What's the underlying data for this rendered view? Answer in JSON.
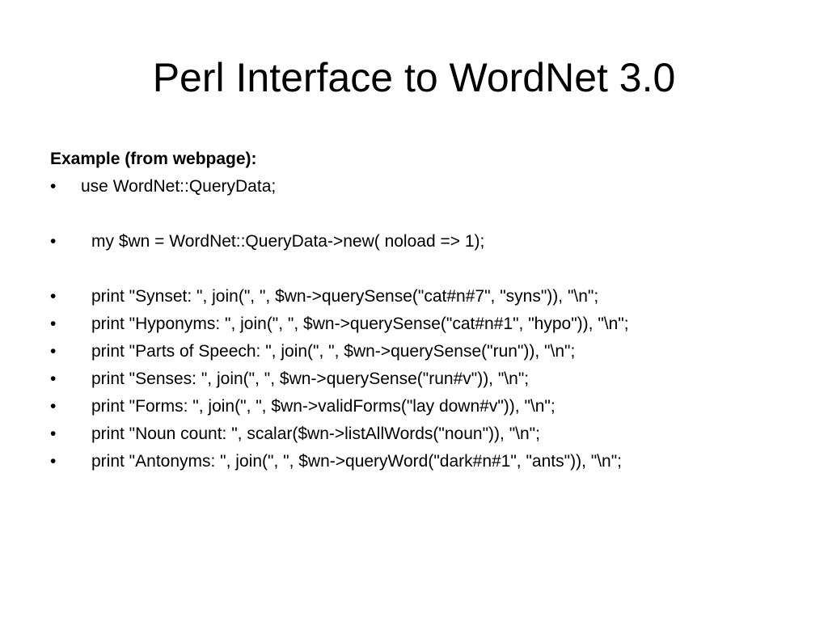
{
  "slide": {
    "title": "Perl Interface to WordNet 3.0",
    "heading": "Example (from webpage):",
    "bullet_glyph": "•",
    "bullets": [
      "use WordNet::QueryData;",
      "my $wn = WordNet::QueryData->new( noload => 1);",
      "print \"Synset: \", join(\", \", $wn->querySense(\"cat#n#7\", \"syns\")), \"\\n\";",
      "print \"Hyponyms: \", join(\", \", $wn->querySense(\"cat#n#1\", \"hypo\")), \"\\n\";",
      "print \"Parts of Speech: \", join(\", \", $wn->querySense(\"run\")), \"\\n\";",
      "print \"Senses: \", join(\", \", $wn->querySense(\"run#v\")), \"\\n\";",
      "print \"Forms: \", join(\", \", $wn->validForms(\"lay down#v\")), \"\\n\";",
      "print \"Noun count: \", scalar($wn->listAllWords(\"noun\")), \"\\n\";",
      "print \"Antonyms: \", join(\", \", $wn->queryWord(\"dark#n#1\", \"ants\")), \"\\n\";"
    ]
  }
}
